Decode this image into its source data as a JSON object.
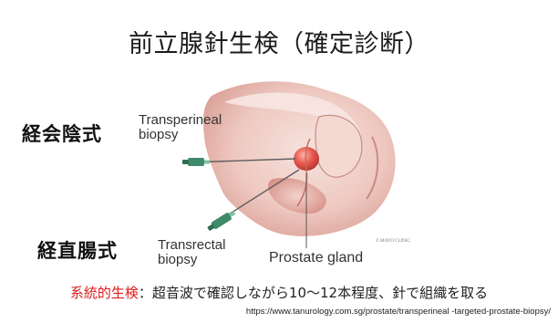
{
  "title": "前立腺針生検（確定診断）",
  "labels": {
    "transperineal_jp": "経会陰式",
    "transrectal_jp": "経直腸式",
    "transperineal_en_line1": "Transperineal",
    "transperineal_en_line2": "biopsy",
    "transrectal_en_line1": "Transrectal",
    "transrectal_en_line2": "biopsy",
    "prostate_gland": "Prostate gland",
    "credit": "© MAYO CLINIC"
  },
  "note": {
    "highlight": "系統的生検",
    "separator": "：",
    "body": "超音波で確認しながら10〜12本程度、針で組織を取る"
  },
  "source_url": "https://www.tanurology.com.sg/prostate/transperineal -targeted-prostate-biopsy/",
  "colors": {
    "highlight": "#e01b1b",
    "skin_light": "#f4dcd6",
    "skin_mid": "#e3b2aa",
    "prostate": "#e85a50",
    "needle": "#3f8a6a"
  },
  "icons": [
    "needle-icon"
  ]
}
